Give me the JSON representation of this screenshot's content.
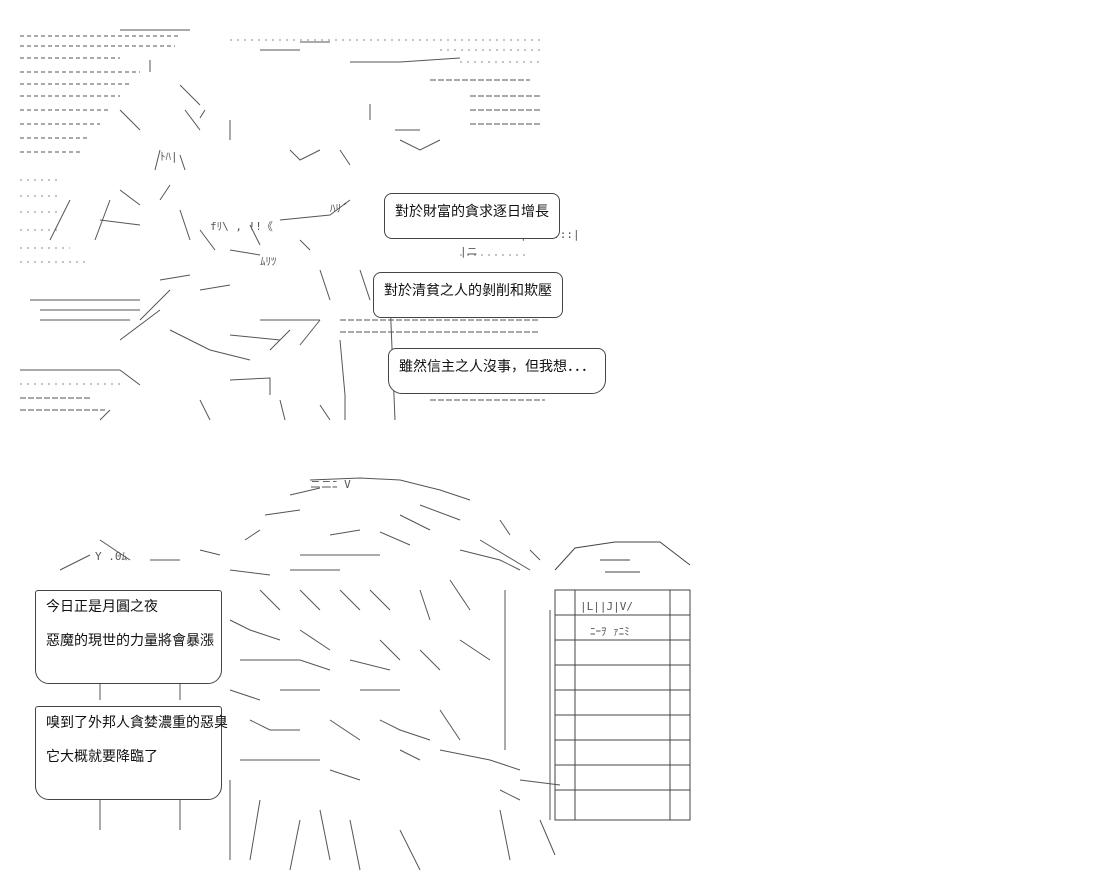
{
  "panel_top": {
    "bubbles": [
      {
        "text": "對於財富的貪求逐日增長"
      },
      {
        "text": "對於清貧之人的剝削和欺壓"
      },
      {
        "text": "雖然信主之人沒事，但我想．．．"
      }
    ]
  },
  "panel_bottom": {
    "bubble_left_1": {
      "lines": [
        "今日正是月圓之夜",
        "惡魔的現世的力量將會暴漲"
      ]
    },
    "bubble_left_2": {
      "lines": [
        "嗅到了外邦人貪婪濃重的惡臭",
        "它大概就要降臨了"
      ]
    }
  },
  "colors": {
    "ink": "#333333",
    "background": "#ffffff"
  }
}
